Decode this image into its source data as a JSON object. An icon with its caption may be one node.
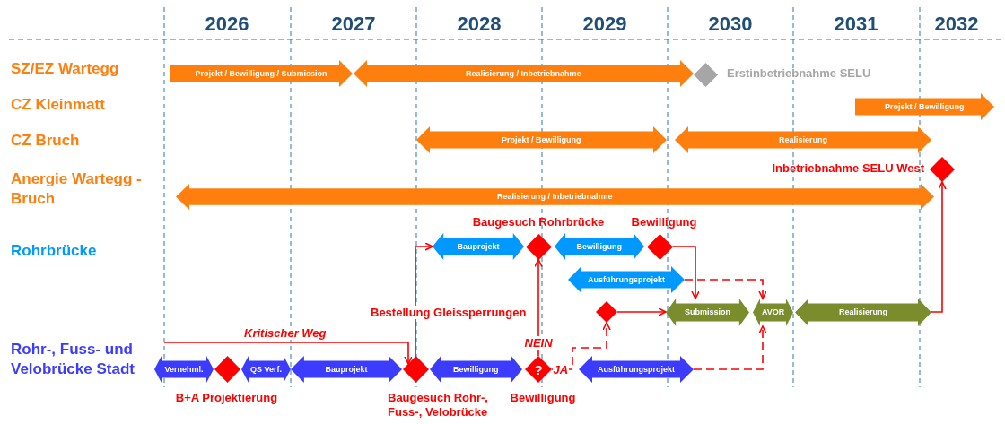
{
  "diagram": {
    "nodes": [
      {
        "text": [
          "Projekt / Bewilligung / Submission"
        ]
      },
      {
        "text": [
          "Realisierung / Inbetriebnahme"
        ]
      },
      {
        "text": [],
        "shape": "diamond",
        "beside": [
          "Erstinbetriebnahme SELU"
        ]
      },
      {
        "text": [
          "Projekt / Bewilligung"
        ]
      },
      {
        "text": [
          "Projekt / Bewilligung"
        ]
      },
      {
        "text": [
          "Realisierung"
        ]
      },
      {
        "text": [],
        "shape": "diamond",
        "beside": [
          "Inbetriebnahme SELU West"
        ]
      },
      {
        "text": [
          "Realisierung / Inbetriebnahme"
        ]
      },
      {
        "text": [
          "Bauprojekt"
        ]
      },
      {
        "text": [],
        "shape": "diamond",
        "beside": [
          "Baugesuch Rohrbrücke"
        ]
      },
      {
        "text": [
          "Bewilligung"
        ]
      },
      {
        "text": [],
        "shape": "diamond",
        "beside": [
          "Bewilligung"
        ]
      },
      {
        "text": [
          "Ausführungsprojekt"
        ]
      },
      {
        "text": [],
        "shape": "diamond"
      },
      {
        "text": [
          "Submission"
        ]
      },
      {
        "text": [
          "AVOR"
        ]
      },
      {
        "text": [
          "Realisierung"
        ]
      },
      {
        "text": [
          "Vernehml."
        ]
      },
      {
        "text": [],
        "shape": "diamond",
        "beside": [
          "B+A Projektierung"
        ]
      },
      {
        "text": [
          "QS Verf."
        ]
      },
      {
        "text": [
          "Bauprojekt"
        ]
      },
      {
        "text": [],
        "shape": "diamond",
        "beside": [
          "Baugesuch Rohr-, Fuss-, Velobrücke"
        ]
      },
      {
        "text": [
          "Bewilligung"
        ]
      },
      {
        "text": [
          "?"
        ],
        "beside": [
          "Bewilligung"
        ]
      },
      {
        "text": [
          "Ausführungsprojekt"
        ]
      }
    ],
    "edges": [
      {
        "from": null,
        "to": 21,
        "arrow": "to",
        "label": "Kritischer Weg"
      },
      {
        "from": 21,
        "to": 8,
        "arrow": "to",
        "label": "Bestellung Gleissperrungen"
      },
      {
        "from": 23,
        "to": 9,
        "arrow": "to",
        "label": "NEIN"
      },
      {
        "from": 23,
        "to": 13,
        "arrow": "to",
        "label": "JA",
        "style": "dashed"
      },
      {
        "from": 13,
        "to": 14,
        "arrow": "to"
      },
      {
        "from": 11,
        "to": 14,
        "arrow": "to"
      },
      {
        "from": 12,
        "to": 15,
        "arrow": "to",
        "style": "dashed"
      },
      {
        "from": 24,
        "to": 15,
        "arrow": "to",
        "style": "dashed"
      },
      {
        "from": 16,
        "to": 6,
        "arrow": "to"
      }
    ],
    "labels": [
      "2026",
      "2027",
      "2028",
      "2029",
      "2030",
      "2031",
      "2032",
      "SZ/EZ Wartegg",
      "CZ Kleinmatt",
      "CZ Bruch",
      "Anergie Wartegg - Bruch",
      "Rohrbrücke",
      "Rohr-, Fuss- und Velobrücke Stadt"
    ]
  }
}
